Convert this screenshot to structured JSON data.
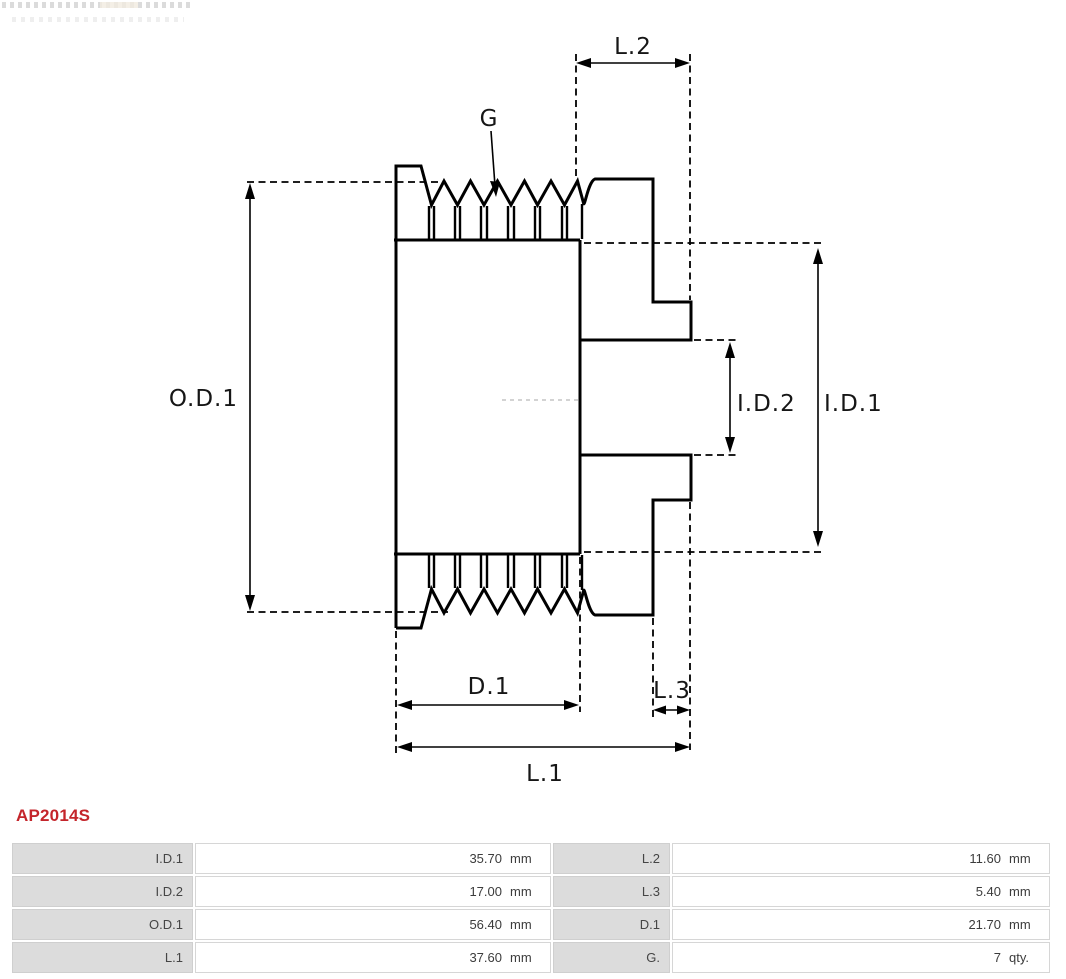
{
  "part_code": "AP2014S",
  "colors": {
    "accent_red": "#c4252b",
    "drawing_line": "#000000",
    "table_label_bg": "#dcdcdc"
  },
  "drawing": {
    "labels": {
      "l2": "L.2",
      "g": "G",
      "od1": "O.D.1",
      "id2": "I.D.2",
      "id1": "I.D.1",
      "d1": "D.1",
      "l3": "L.3",
      "l1": "L.1"
    }
  },
  "table": {
    "rows": [
      {
        "left": {
          "label": "I.D.1",
          "value": "35.70",
          "unit": "mm"
        },
        "right": {
          "label": "L.2",
          "value": "11.60",
          "unit": "mm"
        }
      },
      {
        "left": {
          "label": "I.D.2",
          "value": "17.00",
          "unit": "mm"
        },
        "right": {
          "label": "L.3",
          "value": "5.40",
          "unit": "mm"
        }
      },
      {
        "left": {
          "label": "O.D.1",
          "value": "56.40",
          "unit": "mm"
        },
        "right": {
          "label": "D.1",
          "value": "21.70",
          "unit": "mm"
        }
      },
      {
        "left": {
          "label": "L.1",
          "value": "37.60",
          "unit": "mm"
        },
        "right": {
          "label": "G.",
          "value": "7",
          "unit": "qty."
        }
      }
    ]
  }
}
